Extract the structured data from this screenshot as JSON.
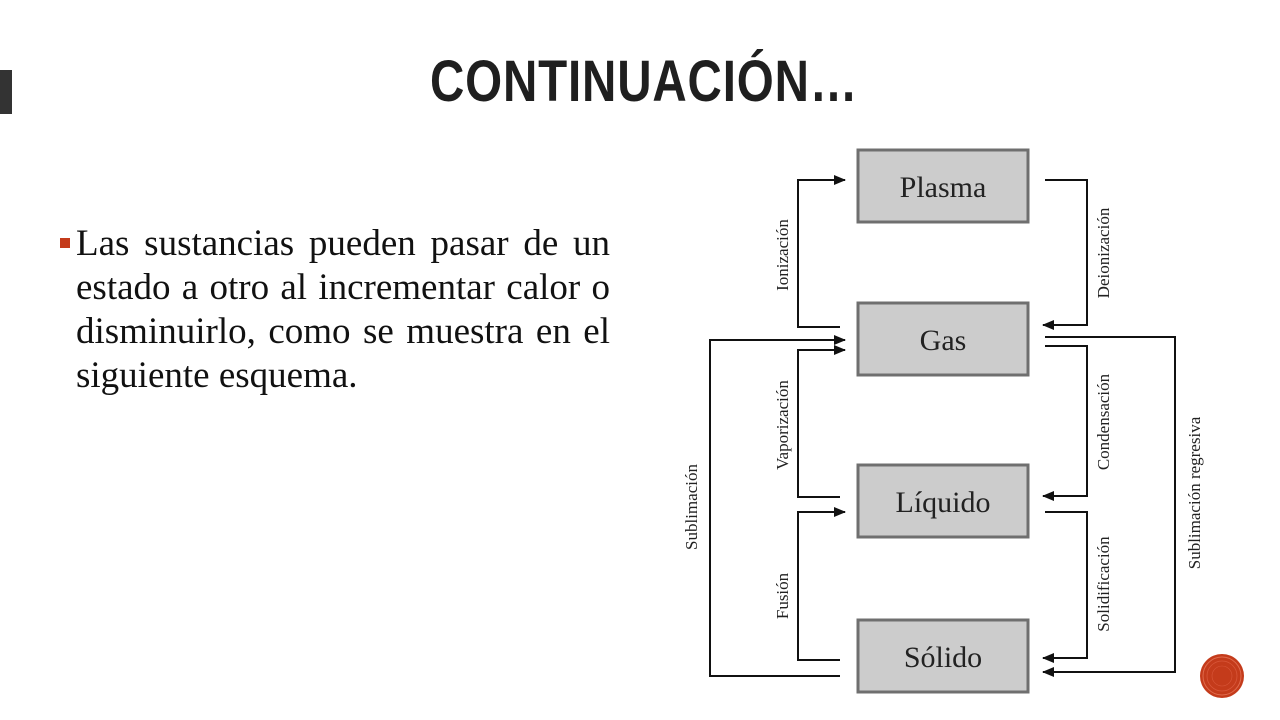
{
  "slide": {
    "title": "CONTINUACIÓN…",
    "body": "Las sustancias pueden pasar de un estado a otro al incrementar calor o disminuirlo, como se muestra en el siguiente esquema."
  },
  "diagram": {
    "states": {
      "plasma": "Plasma",
      "gas": "Gas",
      "liquido": "Líquido",
      "solido": "Sólido"
    },
    "processes": {
      "ionizacion": "Ionización",
      "deionizacion": "Deionización",
      "vaporizacion": "Vaporización",
      "condensacion": "Condensación",
      "fusion": "Fusión",
      "solidificacion": "Solidificación",
      "sublimacion": "Sublimación",
      "sublimacion_regresiva": "Sublimación regresiva"
    }
  },
  "colors": {
    "accent": "#c43b1b",
    "box_fill": "#cccccc",
    "box_stroke": "#6f6f6f"
  }
}
